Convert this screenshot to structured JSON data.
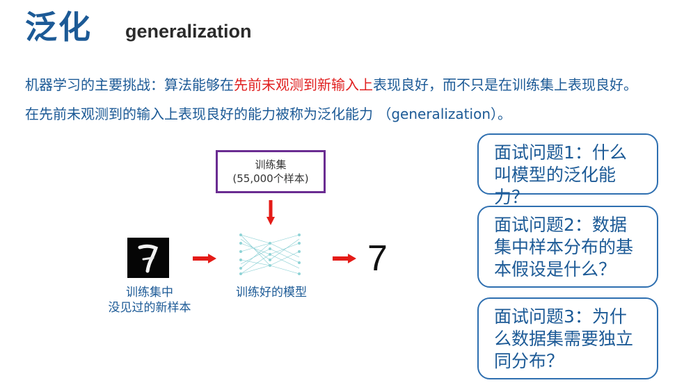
{
  "title": "泛化",
  "subtitle": "generalization",
  "intro": {
    "line1_a": "机器学习的主要挑战：算法能够在",
    "line1_highlight": "先前未观测到新输入上",
    "line1_b": "表现良好，而不只是在训练集上表现良好。",
    "line2": "在先前未观测到的输入上表现良好的能力被称为泛化能力 （generalization）。"
  },
  "diagram": {
    "trainset_line1": "训练集",
    "trainset_line2": "(55,000个样本)",
    "input_label_line1": "训练集中",
    "input_label_line2": "没见过的新样本",
    "model_label": "训练好的模型",
    "output_value": "7"
  },
  "questions": [
    {
      "line1": "面试问题1：什么",
      "line2": "叫模型的泛化能力？",
      "line3": ""
    },
    {
      "line1": "面试问题2：数据",
      "line2": "集中样本分布的基",
      "line3": "本假设是什么？"
    },
    {
      "line1": "面试问题3：为什",
      "line2": "么数据集需要独立",
      "line3": "同分布？"
    }
  ],
  "colors": {
    "title": "#1c5a96",
    "highlight": "#e02020",
    "arrow": "#e41b17",
    "trainset_border": "#6a2c91",
    "question_border": "#2e6fb0",
    "network": "#6cc3c9"
  }
}
